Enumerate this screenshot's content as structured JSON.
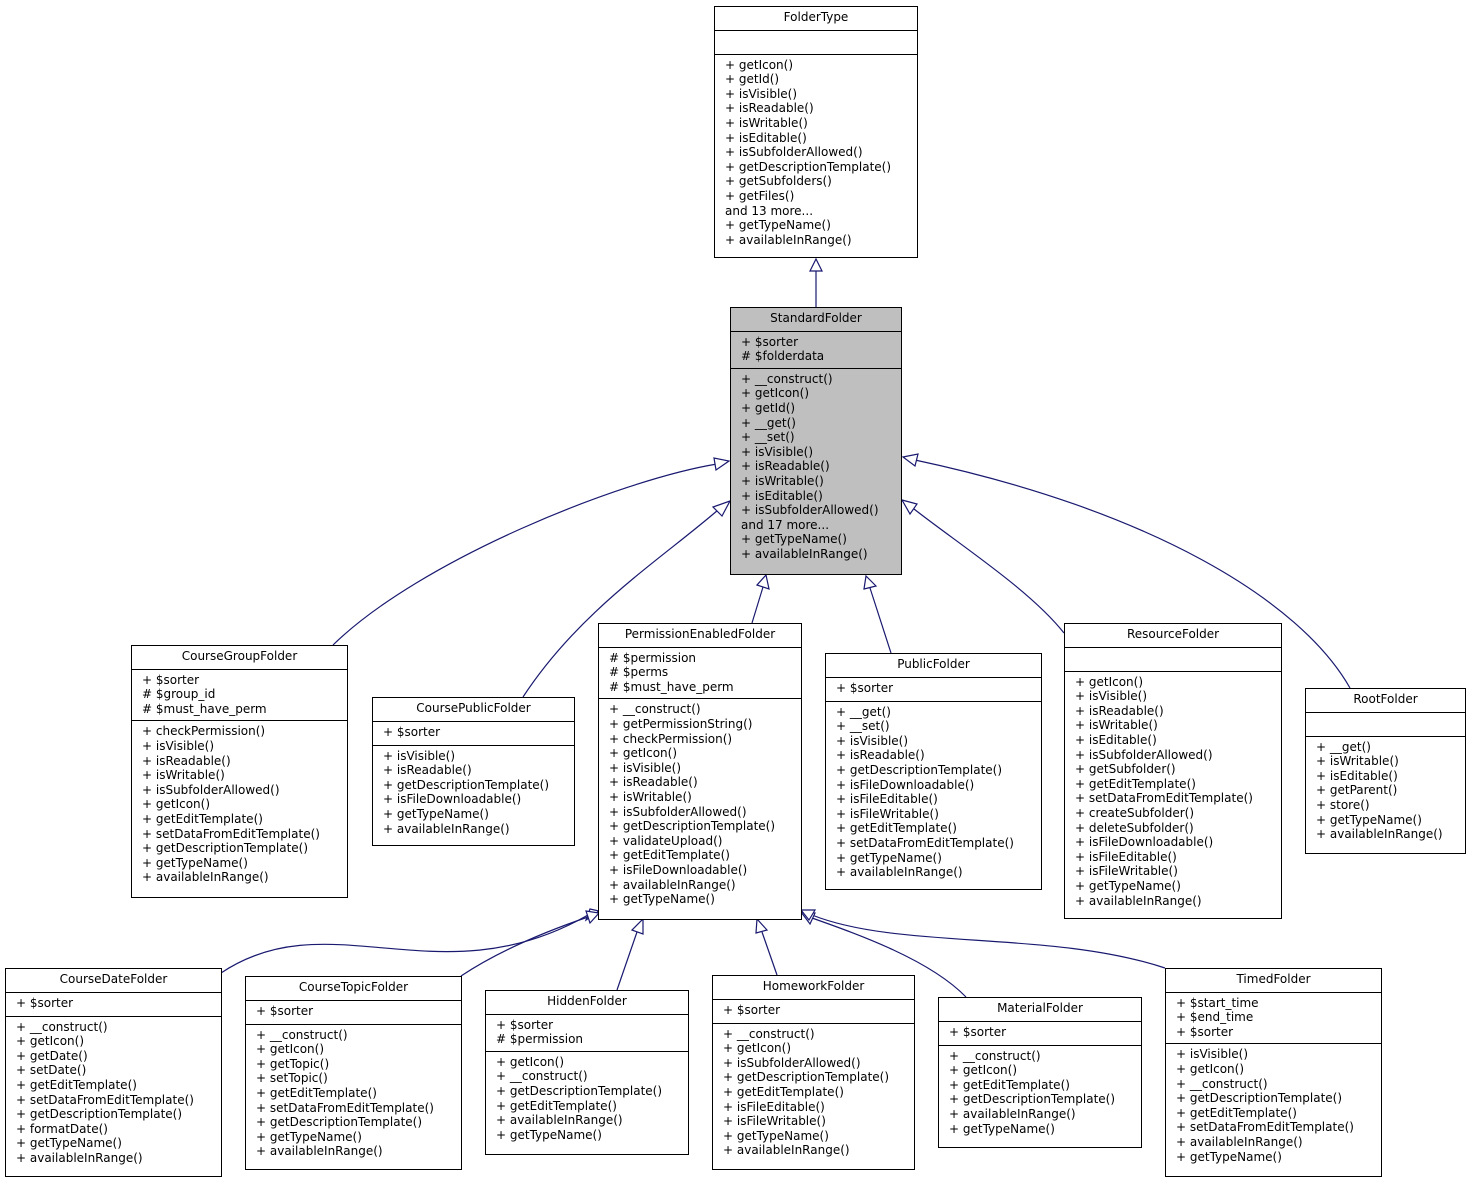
{
  "classes": {
    "foldertype": {
      "name": "FolderType",
      "attrs": [],
      "methods": [
        "+ getIcon()",
        "+ getId()",
        "+ isVisible()",
        "+ isReadable()",
        "+ isWritable()",
        "+ isEditable()",
        "+ isSubfolderAllowed()",
        "+ getDescriptionTemplate()",
        "+ getSubfolders()",
        "+ getFiles()",
        "and 13 more...",
        "+ getTypeName()",
        "+ availableInRange()"
      ]
    },
    "standardfolder": {
      "name": "StandardFolder",
      "attrs": [
        "+ $sorter",
        "# $folderdata"
      ],
      "methods": [
        "+ __construct()",
        "+ getIcon()",
        "+ getId()",
        "+ __get()",
        "+ __set()",
        "+ isVisible()",
        "+ isReadable()",
        "+ isWritable()",
        "+ isEditable()",
        "+ isSubfolderAllowed()",
        "and 17 more...",
        "+ getTypeName()",
        "+ availableInRange()"
      ]
    },
    "coursegroupfolder": {
      "name": "CourseGroupFolder",
      "attrs": [
        "+ $sorter",
        "# $group_id",
        "# $must_have_perm"
      ],
      "methods": [
        "+ checkPermission()",
        "+ isVisible()",
        "+ isReadable()",
        "+ isWritable()",
        "+ isSubfolderAllowed()",
        "+ getIcon()",
        "+ getEditTemplate()",
        "+ setDataFromEditTemplate()",
        "+ getDescriptionTemplate()",
        "+ getTypeName()",
        "+ availableInRange()"
      ]
    },
    "coursepublicfolder": {
      "name": "CoursePublicFolder",
      "attrs": [
        "+ $sorter"
      ],
      "methods": [
        "+ isVisible()",
        "+ isReadable()",
        "+ getDescriptionTemplate()",
        "+ isFileDownloadable()",
        "+ getTypeName()",
        "+ availableInRange()"
      ]
    },
    "permissionenabledfolder": {
      "name": "PermissionEnabledFolder",
      "attrs": [
        "# $permission",
        "# $perms",
        "# $must_have_perm"
      ],
      "methods": [
        "+ __construct()",
        "+ getPermissionString()",
        "+ checkPermission()",
        "+ getIcon()",
        "+ isVisible()",
        "+ isReadable()",
        "+ isWritable()",
        "+ isSubfolderAllowed()",
        "+ getDescriptionTemplate()",
        "+ validateUpload()",
        "+ getEditTemplate()",
        "+ isFileDownloadable()",
        "+ availableInRange()",
        "+ getTypeName()"
      ]
    },
    "publicfolder": {
      "name": "PublicFolder",
      "attrs": [
        "+ $sorter"
      ],
      "methods": [
        "+ __get()",
        "+ __set()",
        "+ isVisible()",
        "+ isReadable()",
        "+ getDescriptionTemplate()",
        "+ isFileDownloadable()",
        "+ isFileEditable()",
        "+ isFileWritable()",
        "+ getEditTemplate()",
        "+ setDataFromEditTemplate()",
        "+ getTypeName()",
        "+ availableInRange()"
      ]
    },
    "resourcefolder": {
      "name": "ResourceFolder",
      "attrs": [],
      "methods": [
        "+ getIcon()",
        "+ isVisible()",
        "+ isReadable()",
        "+ isWritable()",
        "+ isEditable()",
        "+ isSubfolderAllowed()",
        "+ getSubfolder()",
        "+ getEditTemplate()",
        "+ setDataFromEditTemplate()",
        "+ createSubfolder()",
        "+ deleteSubfolder()",
        "+ isFileDownloadable()",
        "+ isFileEditable()",
        "+ isFileWritable()",
        "+ getTypeName()",
        "+ availableInRange()"
      ]
    },
    "rootfolder": {
      "name": "RootFolder",
      "attrs": [],
      "methods": [
        "+ __get()",
        "+ isWritable()",
        "+ isEditable()",
        "+ getParent()",
        "+ store()",
        "+ getTypeName()",
        "+ availableInRange()"
      ]
    },
    "coursedatefolder": {
      "name": "CourseDateFolder",
      "attrs": [
        "+ $sorter"
      ],
      "methods": [
        "+ __construct()",
        "+ getIcon()",
        "+ getDate()",
        "+ setDate()",
        "+ getEditTemplate()",
        "+ setDataFromEditTemplate()",
        "+ getDescriptionTemplate()",
        "+ formatDate()",
        "+ getTypeName()",
        "+ availableInRange()"
      ]
    },
    "coursetopicfolder": {
      "name": "CourseTopicFolder",
      "attrs": [
        "+ $sorter"
      ],
      "methods": [
        "+ __construct()",
        "+ getIcon()",
        "+ getTopic()",
        "+ setTopic()",
        "+ getEditTemplate()",
        "+ setDataFromEditTemplate()",
        "+ getDescriptionTemplate()",
        "+ getTypeName()",
        "+ availableInRange()"
      ]
    },
    "hiddenfolder": {
      "name": "HiddenFolder",
      "attrs": [
        "+ $sorter",
        "# $permission"
      ],
      "methods": [
        "+ getIcon()",
        "+ __construct()",
        "+ getDescriptionTemplate()",
        "+ getEditTemplate()",
        "+ availableInRange()",
        "+ getTypeName()"
      ]
    },
    "homeworkfolder": {
      "name": "HomeworkFolder",
      "attrs": [
        "+ $sorter"
      ],
      "methods": [
        "+ __construct()",
        "+ getIcon()",
        "+ isSubfolderAllowed()",
        "+ getDescriptionTemplate()",
        "+ getEditTemplate()",
        "+ isFileEditable()",
        "+ isFileWritable()",
        "+ getTypeName()",
        "+ availableInRange()"
      ]
    },
    "materialfolder": {
      "name": "MaterialFolder",
      "attrs": [
        "+ $sorter"
      ],
      "methods": [
        "+ __construct()",
        "+ getIcon()",
        "+ getEditTemplate()",
        "+ getDescriptionTemplate()",
        "+ availableInRange()",
        "+ getTypeName()"
      ]
    },
    "timedfolder": {
      "name": "TimedFolder",
      "attrs": [
        "+ $start_time",
        "+ $end_time",
        "+ $sorter"
      ],
      "methods": [
        "+ isVisible()",
        "+ getIcon()",
        "+ __construct()",
        "+ getDescriptionTemplate()",
        "+ getEditTemplate()",
        "+ setDataFromEditTemplate()",
        "+ availableInRange()",
        "+ getTypeName()"
      ]
    }
  },
  "colors": {
    "edge": "#191970",
    "highlight": "#bfbfbf",
    "border": "#000000"
  }
}
